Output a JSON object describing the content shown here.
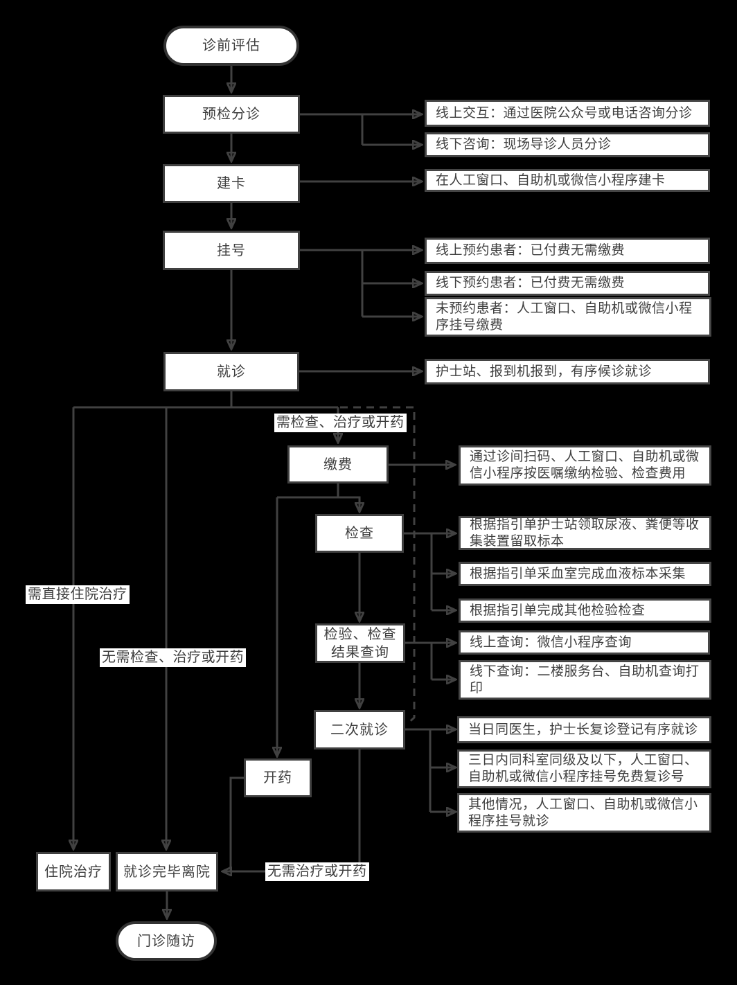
{
  "flowchart": {
    "colors": {
      "background": "#000000",
      "node_fill": "#ffffff",
      "border": "#404040",
      "line": "#414141",
      "text": "#3d3d3d"
    },
    "nodes": {
      "start": {
        "label": "诊前评估",
        "shape": "terminator"
      },
      "triage": {
        "label": "预检分诊",
        "shape": "process"
      },
      "card": {
        "label": "建卡",
        "shape": "process"
      },
      "register": {
        "label": "挂号",
        "shape": "process"
      },
      "visit": {
        "label": "就诊",
        "shape": "process"
      },
      "pay": {
        "label": "缴费",
        "shape": "process"
      },
      "exam": {
        "label": "检查",
        "shape": "process"
      },
      "results": {
        "label": "检验、检查\n结果查询",
        "shape": "process"
      },
      "second_visit": {
        "label": "二次就诊",
        "shape": "process"
      },
      "dispense": {
        "label": "开药",
        "shape": "process"
      },
      "hospitalize": {
        "label": "住院治疗",
        "shape": "process"
      },
      "leave": {
        "label": "就诊完毕离院",
        "shape": "process"
      },
      "followup": {
        "label": "门诊随访",
        "shape": "terminator"
      }
    },
    "edge_labels": {
      "need_services": "需检查、治疗或开药",
      "direct_hospitalization": "需直接住院治疗",
      "no_services": "无需检查、治疗或开药",
      "no_treatment": "无需治疗或开药"
    },
    "annotations": {
      "triage": [
        "线上交互：通过医院公众号或电话咨询分诊",
        "线下咨询：现场导诊人员分诊"
      ],
      "card": [
        "在人工窗口、自助机或微信小程序建卡"
      ],
      "register": [
        "线上预约患者：已付费无需缴费",
        "线下预约患者：已付费无需缴费",
        "未预约患者：人工窗口、自助机或微信小程序挂号缴费"
      ],
      "visit": [
        "护士站、报到机报到，有序候诊就诊"
      ],
      "pay": [
        "通过诊间扫码、人工窗口、自助机或微信小程序按医嘱缴纳检验、检查费用"
      ],
      "exam": [
        "根据指引单护士站领取尿液、粪便等收集装置留取标本",
        "根据指引单采血室完成血液标本采集",
        "根据指引单完成其他检验检查"
      ],
      "results": [
        "线上查询：微信小程序查询",
        "线下查询：二楼服务台、自助机查询打印"
      ],
      "second_visit": [
        "当日同医生，护士长复诊登记有序就诊",
        "三日内同科室同级及以下，人工窗口、自助机或微信小程序挂号免费复诊号",
        "其他情况，人工窗口、自助机或微信小程序挂号就诊"
      ]
    }
  }
}
